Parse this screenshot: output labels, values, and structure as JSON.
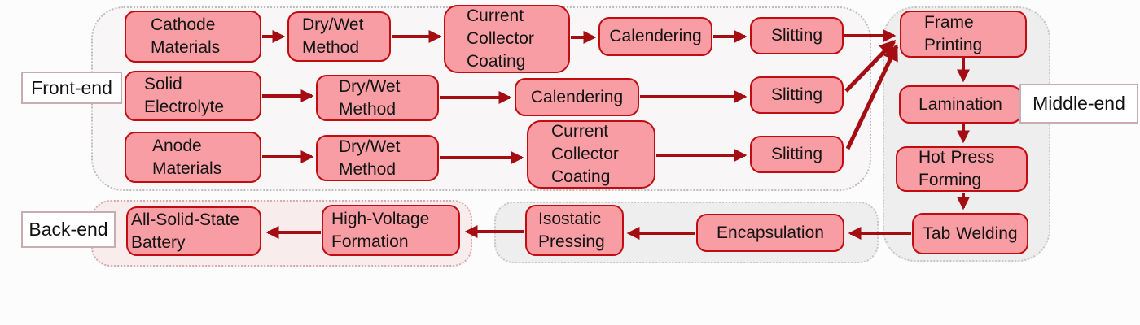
{
  "sections": {
    "front_end": {
      "label": "Front-end"
    },
    "middle_end": {
      "label": "Middle-end"
    },
    "back_end": {
      "label": "Back-end"
    }
  },
  "nodes": {
    "cathode_materials": {
      "label": "Cathode Materials"
    },
    "drywet_1": {
      "label": "Dry/Wet Method"
    },
    "current_collector_1": {
      "label": "Current Collector Coating"
    },
    "calendering_1": {
      "label": "Calendering"
    },
    "slitting_1": {
      "label": "Slitting"
    },
    "frame_printing": {
      "label": "Frame Printing"
    },
    "solid_electrolyte": {
      "label": "Solid Electrolyte"
    },
    "drywet_2": {
      "label": "Dry/Wet Method"
    },
    "calendering_2": {
      "label": "Calendering"
    },
    "slitting_2": {
      "label": "Slitting"
    },
    "lamination": {
      "label": "Lamination"
    },
    "anode_materials": {
      "label": "Anode Materials"
    },
    "drywet_3": {
      "label": "Dry/Wet Method"
    },
    "current_collector_3": {
      "label": "Current Collector Coating"
    },
    "slitting_3": {
      "label": "Slitting"
    },
    "hot_press_forming": {
      "label": "Hot Press Forming"
    },
    "tab_welding": {
      "label": "Tab Welding"
    },
    "encapsulation": {
      "label": "Encapsulation"
    },
    "isostatic_pressing": {
      "label": "Isostatic Pressing"
    },
    "high_voltage_formation": {
      "label": "High-Voltage Formation"
    },
    "all_solid_state_battery": {
      "label": "All-Solid-State Battery"
    }
  },
  "flow": {
    "edges": [
      [
        "cathode_materials",
        "drywet_1"
      ],
      [
        "drywet_1",
        "current_collector_1"
      ],
      [
        "current_collector_1",
        "calendering_1"
      ],
      [
        "calendering_1",
        "slitting_1"
      ],
      [
        "slitting_1",
        "frame_printing"
      ],
      [
        "solid_electrolyte",
        "drywet_2"
      ],
      [
        "drywet_2",
        "calendering_2"
      ],
      [
        "calendering_2",
        "slitting_2"
      ],
      [
        "slitting_2",
        "frame_printing"
      ],
      [
        "anode_materials",
        "drywet_3"
      ],
      [
        "drywet_3",
        "current_collector_3"
      ],
      [
        "current_collector_3",
        "slitting_3"
      ],
      [
        "slitting_3",
        "frame_printing"
      ],
      [
        "frame_printing",
        "lamination"
      ],
      [
        "lamination",
        "hot_press_forming"
      ],
      [
        "hot_press_forming",
        "tab_welding"
      ],
      [
        "tab_welding",
        "encapsulation"
      ],
      [
        "encapsulation",
        "isostatic_pressing"
      ],
      [
        "isostatic_pressing",
        "high_voltage_formation"
      ],
      [
        "high_voltage_formation",
        "all_solid_state_battery"
      ]
    ]
  },
  "colors": {
    "node_fill": "#f89da3",
    "node_border": "#c00d12",
    "arrow": "#a40e13",
    "front_section_fill": "#f8f6f6",
    "gray_section_fill": "#efeeee",
    "backend_section_fill": "#f9eced",
    "stage_label_border": "#c9acb2"
  }
}
